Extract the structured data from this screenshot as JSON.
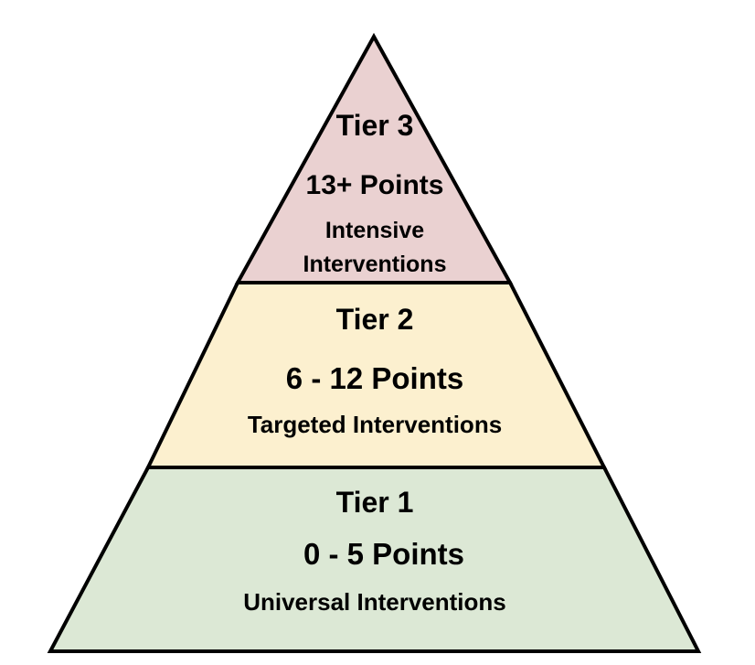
{
  "pyramid": {
    "colors": {
      "tier3_fill": "#ead1d1",
      "tier2_fill": "#fcf0cf",
      "tier1_fill": "#dce8d5",
      "stroke": "#000000"
    },
    "tiers": [
      {
        "title": "Tier 3",
        "points": "13+ Points",
        "description_line1": "Intensive",
        "description_line2": "Interventions"
      },
      {
        "title": "Tier 2",
        "points": "6 - 12 Points",
        "description": "Targeted Interventions"
      },
      {
        "title": "Tier 1",
        "points": "0 - 5 Points",
        "description": "Universal Interventions"
      }
    ]
  }
}
